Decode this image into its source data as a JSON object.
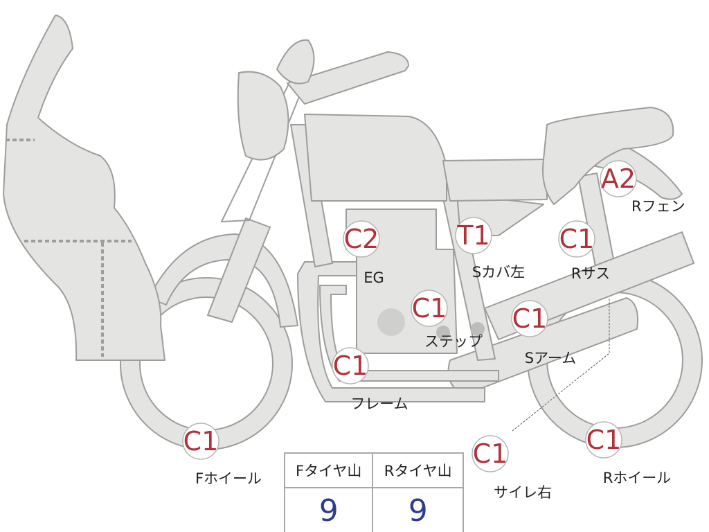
{
  "markers": [
    {
      "grade": "A2",
      "part": "Rフェン"
    },
    {
      "grade": "C2",
      "part": "EG"
    },
    {
      "grade": "T1",
      "part": "Sカバ左"
    },
    {
      "grade": "C1",
      "part": "Rサス"
    },
    {
      "grade": "C1",
      "part": "ステップ"
    },
    {
      "grade": "C1",
      "part": "Sアーム"
    },
    {
      "grade": "C1",
      "part": "フレーム"
    },
    {
      "grade": "C1",
      "part": "Fホイール"
    },
    {
      "grade": "C1",
      "part": "サイレ右"
    },
    {
      "grade": "C1",
      "part": "Rホイール"
    }
  ],
  "tire_table": {
    "headers": [
      "Fタイヤ山",
      "Rタイヤ山"
    ],
    "values": [
      "9",
      "9"
    ]
  },
  "colors": {
    "body_fill": "#e4e4e2",
    "body_stroke": "#9d9d9b",
    "grade_text": "#b0323a",
    "tire_value": "#2c3d8f"
  }
}
